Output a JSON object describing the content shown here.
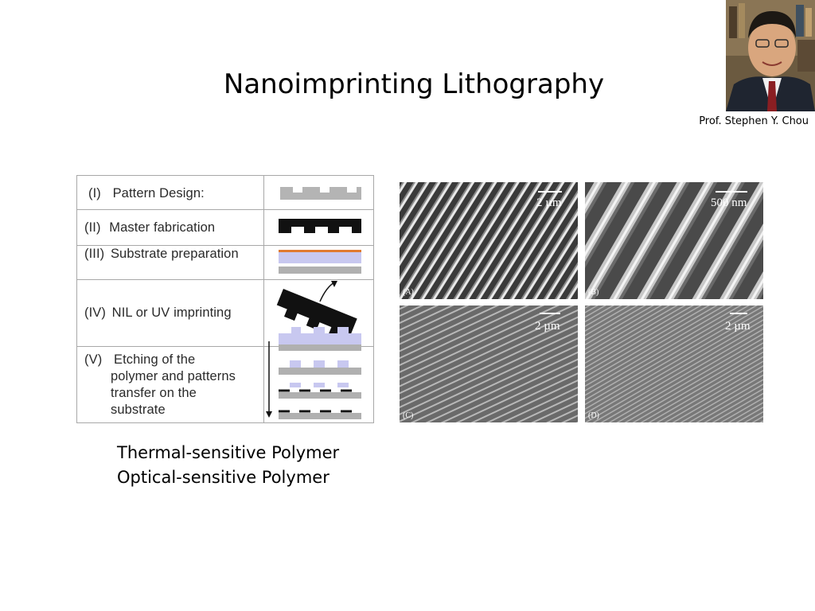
{
  "slide": {
    "title": "Nanoimprinting Lithography",
    "portrait_caption": "Prof. Stephen Y. Chou"
  },
  "process_table": {
    "steps": [
      {
        "numeral": "(I)",
        "label": "Pattern Design:"
      },
      {
        "numeral": "(II)",
        "label": "Master fabrication"
      },
      {
        "numeral": "(III)",
        "label": "Substrate preparation"
      },
      {
        "numeral": "(IV)",
        "label": "NIL or UV imprinting"
      },
      {
        "numeral": "(V)",
        "label": "Etching of the",
        "lines": [
          "polymer and patterns",
          "transfer on the",
          "substrate"
        ]
      }
    ],
    "colors": {
      "pattern_gray": "#b4b4b4",
      "master_black": "#111111",
      "polymer_lavender": "#c8c8f0",
      "resist_orange": "#e07a30",
      "substrate_gray": "#b0b0b0"
    }
  },
  "captions": {
    "line1": "Thermal-sensitive Polymer",
    "line2": "Optical-sensitive Polymer"
  },
  "sem_images": [
    {
      "letter": "(A)",
      "scale": "2 µm"
    },
    {
      "letter": "(B)",
      "scale": "500 nm"
    },
    {
      "letter": "(C)",
      "scale": "2 µm"
    },
    {
      "letter": "(D)",
      "scale": "2 µm"
    }
  ]
}
